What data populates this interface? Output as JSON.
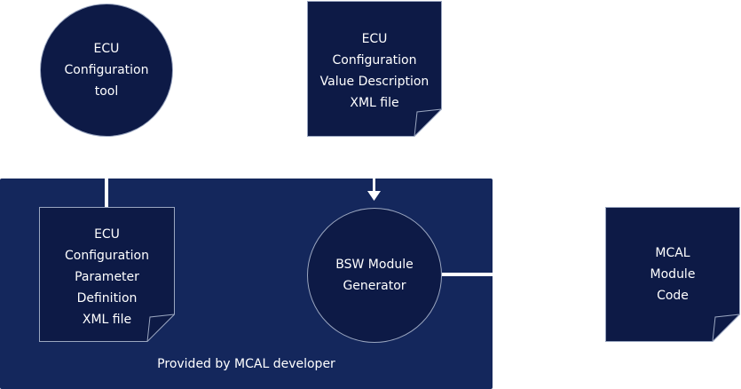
{
  "nodes": {
    "config_tool": {
      "lines": [
        "ECU",
        "Configuration",
        "tool"
      ]
    },
    "value_description": {
      "lines": [
        "ECU",
        "Configuration",
        "Value Description",
        "XML file"
      ]
    },
    "parameter_definition": {
      "lines": [
        "ECU",
        "Configuration",
        "Parameter",
        "Definition",
        "XML file"
      ]
    },
    "bsw_generator": {
      "lines": [
        "BSW Module",
        "Generator"
      ]
    },
    "mcal_code": {
      "lines": [
        "MCAL",
        "Module",
        "Code"
      ]
    }
  },
  "region": {
    "label": "Provided by MCAL developer"
  },
  "colors": {
    "region_fill": "#14275c",
    "node_fill": "#0d1a46",
    "node_stroke": "#9aa6c0",
    "connector": "#ffffff"
  }
}
